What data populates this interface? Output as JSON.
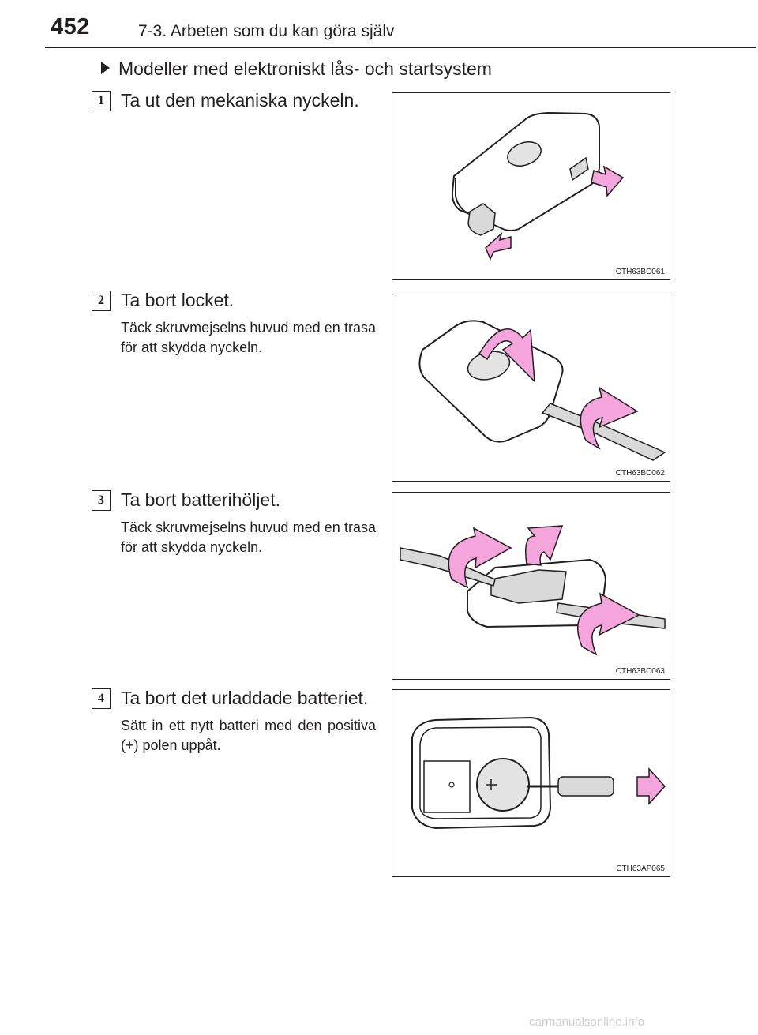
{
  "header": {
    "page_number": "452",
    "section_title": "7-3. Arbeten som du kan göra själv"
  },
  "subheading": "Modeller med elektroniskt lås- och startsystem",
  "steps": [
    {
      "number": "1",
      "title": "Ta ut den mekaniska nyckeln.",
      "note": "",
      "figure_code": "CTH63BC061",
      "figure_icon": "key-fob-remove-key"
    },
    {
      "number": "2",
      "title": "Ta bort locket.",
      "note": "Täck skruvmejselns huvud med en trasa för att skydda nyckeln.",
      "figure_code": "CTH63BC062",
      "figure_icon": "screwdriver-pry-cover"
    },
    {
      "number": "3",
      "title": "Ta bort batterihöljet.",
      "note": "Täck skruvmejselns huvud med en trasa för att skydda nyckeln.",
      "figure_code": "CTH63BC063",
      "figure_icon": "screwdriver-pry-battery-cover"
    },
    {
      "number": "4",
      "title": "Ta bort det urladdade batteriet.",
      "note": "Sätt in ett nytt batteri med den positiva (+) polen uppåt.",
      "figure_code": "CTH63AP065",
      "figure_icon": "battery-removal"
    }
  ],
  "watermark": "carmanualsonline.info",
  "colors": {
    "arrow_fill": "#f4a6dc",
    "line": "#231f20",
    "shade": "#d9d9d9"
  }
}
